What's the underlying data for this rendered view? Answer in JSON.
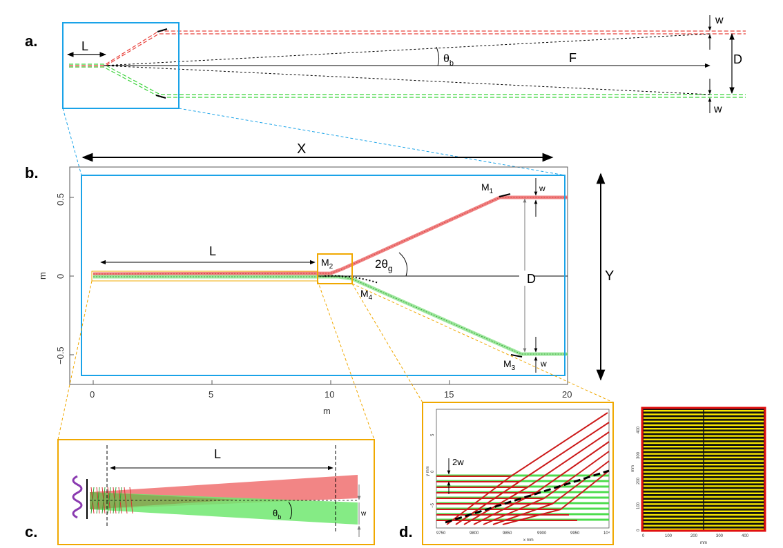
{
  "panels": {
    "a": {
      "label": "a.",
      "L": "L",
      "theta": "θ",
      "theta_sub": "b",
      "F": "F",
      "D": "D",
      "w_top": "w",
      "w_bottom": "w"
    },
    "b": {
      "label": "b.",
      "X": "X",
      "Y": "Y",
      "L": "L",
      "D": "D",
      "angle": "2θ",
      "angle_sub": "g",
      "w_top": "w",
      "w_bottom": "w",
      "mirrors": [
        {
          "name": "M",
          "sub": "1"
        },
        {
          "name": "M",
          "sub": "2"
        },
        {
          "name": "M",
          "sub": "3"
        },
        {
          "name": "M",
          "sub": "4"
        }
      ],
      "xlabel": "m",
      "ylabel": "m",
      "x_ticks": [
        "0",
        "5",
        "10",
        "15",
        "20"
      ],
      "y_ticks": [
        "0.5",
        "0",
        "−0.5"
      ]
    },
    "c": {
      "label": "c.",
      "L": "L",
      "theta": "θ",
      "theta_sub": "b",
      "w": "w"
    },
    "d": {
      "label": "d.",
      "two_w": "2w",
      "x_ticks": [
        "9750",
        "9800",
        "9850",
        "9900",
        "9950",
        "10⁴"
      ],
      "y_ticks": [
        "5",
        "0",
        "−5"
      ],
      "xlabel": "x mm",
      "ylabel": "y mm",
      "map_x_ticks": [
        "0",
        "100",
        "200",
        "300",
        "400"
      ],
      "map_y_ticks": [
        "400",
        "300",
        "200",
        "100",
        "0"
      ],
      "map_xlabel": "mm",
      "map_ylabel": "mm"
    }
  },
  "colors": {
    "red_beam": "#e8403a",
    "green_beam": "#3bd33b",
    "blue_frame": "#1aa3e8",
    "orange_frame": "#f0a800",
    "stripe_yellow": "#f5e600",
    "stripe_black": "#111111",
    "map_border": "#e01010"
  }
}
